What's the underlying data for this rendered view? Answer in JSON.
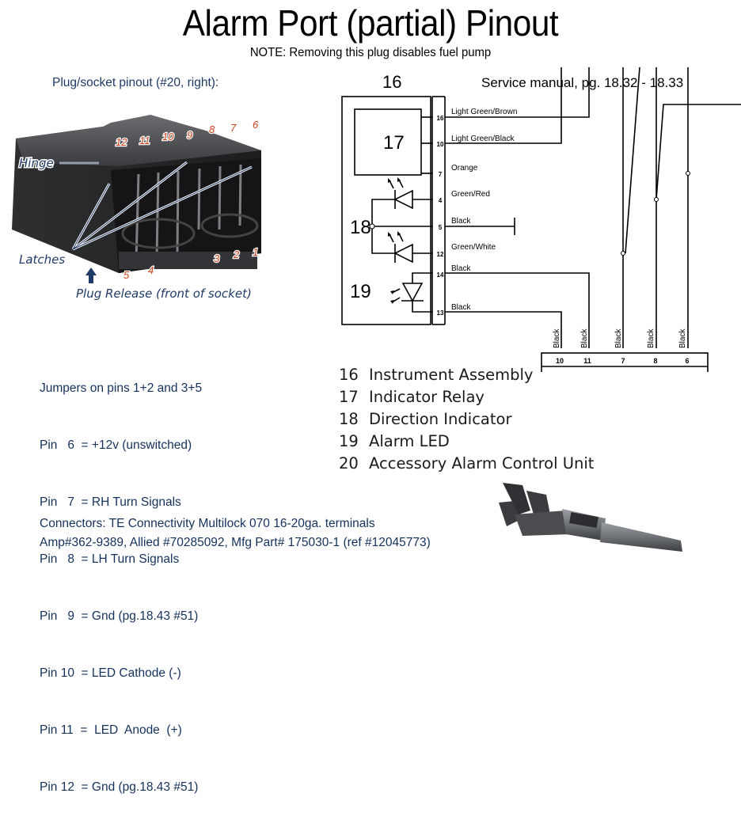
{
  "title": "Alarm Port (partial) Pinout",
  "note": "NOTE: Removing this plug disables fuel pump",
  "plug_photo": {
    "caption": "Plug/socket pinout (#20, right):",
    "top_pins": [
      "12",
      "11",
      "10",
      "9",
      "8",
      "7",
      "6"
    ],
    "bottom_pins": [
      "5",
      "4",
      "3",
      "2",
      "1"
    ],
    "labels": {
      "hinge": "Hinge",
      "latches": "Latches",
      "plug_release": "Plug Release (front of socket)"
    },
    "pin_number_color": "#d0401a",
    "label_color": "#1f3a66"
  },
  "pin_notes": {
    "jumpers": "Jumpers on pins 1+2 and 3+5",
    "pins": [
      "Pin   6  = +12v (unswitched)",
      "Pin   7  = RH Turn Signals",
      "Pin   8  = LH Turn Signals",
      "Pin   9  = Gnd (pg.18.43 #51)",
      "Pin 10  = LED Cathode (-)",
      "Pin 11  =  LED  Anode  (+)",
      "Pin 12  = Gnd (pg.18.43 #51)"
    ]
  },
  "schematic": {
    "service_ref": "Service manual, pg. 18.32 - 18.33",
    "instrument_label": "16",
    "relay_label": "17",
    "direction_label": "18",
    "led_label": "19",
    "unit_label": "20",
    "left_pins": [
      {
        "pin": "16",
        "wire": "Light Green/Brown"
      },
      {
        "pin": "10",
        "wire": "Light Green/Black"
      },
      {
        "pin": "7",
        "wire": "Orange"
      },
      {
        "pin": "4",
        "wire": "Green/Red"
      },
      {
        "pin": "5",
        "wire": "Black"
      },
      {
        "pin": "12",
        "wire": "Green/White"
      },
      {
        "pin": "14",
        "wire": "Black"
      },
      {
        "pin": "13",
        "wire": "Black"
      }
    ],
    "unit_pins": [
      {
        "pin": "10",
        "wire": "Black"
      },
      {
        "pin": "11",
        "wire": "Black"
      },
      {
        "pin": "7",
        "wire": "Black"
      },
      {
        "pin": "8",
        "wire": "Black"
      },
      {
        "pin": "6",
        "wire": "Black"
      }
    ]
  },
  "legend": [
    {
      "num": "16",
      "text": "Instrument Assembly"
    },
    {
      "num": "17",
      "text": "Indicator Relay"
    },
    {
      "num": "18",
      "text": "Direction Indicator"
    },
    {
      "num": "19",
      "text": "Alarm LED"
    },
    {
      "num": "20",
      "text": "Accessory Alarm Control Unit"
    }
  ],
  "footer": {
    "line1": "Connectors: TE Connectivity Multilock 070 16-20ga. terminals",
    "line2": "Amp#362-9389, Allied #70285092, Mfg Part# 175030-1 (ref #12045773)"
  }
}
